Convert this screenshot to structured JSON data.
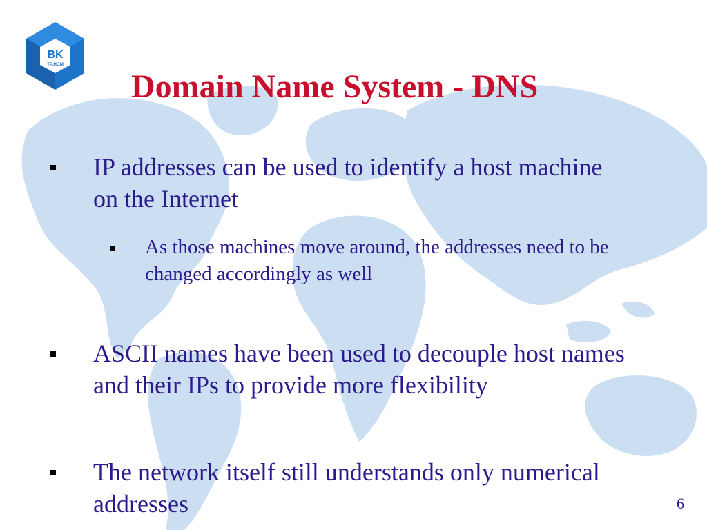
{
  "colors": {
    "title": "#C8102E",
    "body": "#2B1A8C",
    "bullet": "#000000",
    "map": "#BBD4EE",
    "logo": "#1E74C8"
  },
  "logo": {
    "line1": "BK",
    "line2": "TP.HCM"
  },
  "slide": {
    "title": "Domain Name System - DNS",
    "bullets": [
      {
        "level": 1,
        "text": "IP addresses can be used to identify a host machine on the Internet"
      },
      {
        "level": 2,
        "text": "As those machines move around, the addresses need to be changed accordingly as well"
      },
      {
        "level": 1,
        "text": "ASCII names have been used to decouple host names and their IPs to provide more flexibility"
      },
      {
        "level": 1,
        "text": "The network itself still understands only numerical addresses"
      }
    ],
    "page_number": "6"
  }
}
